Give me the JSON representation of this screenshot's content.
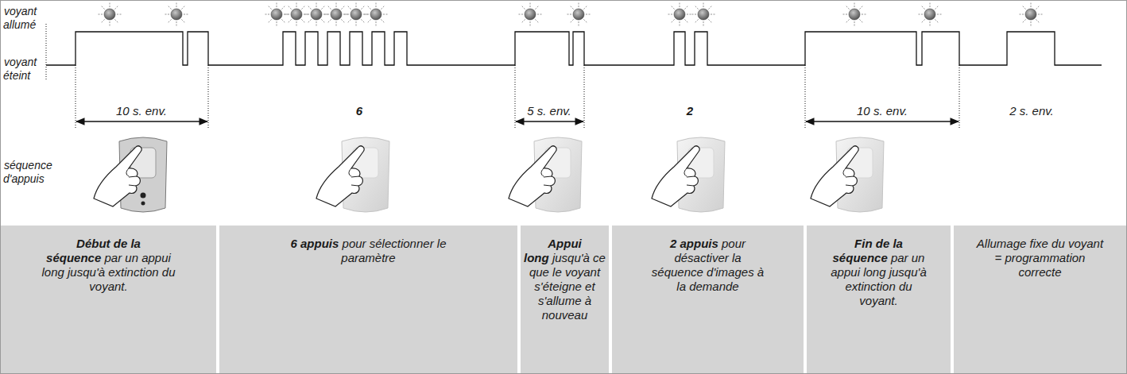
{
  "diagram": {
    "nodes": [
      {
        "text": [
          "Début de la séquence",
          "par un appui long jusqu'à extinction du voyant."
        ]
      },
      {
        "text": [
          "6 appuis",
          "pour sélectionner le paramètre"
        ]
      },
      {
        "text": [
          "Appui long",
          "jusqu'à ce que le voyant s'éteigne et s'allume à nouveau"
        ]
      },
      {
        "text": [
          "2 appuis",
          "pour désactiver la séquence d'images à la demande"
        ]
      },
      {
        "text": [
          "Fin de la séquence",
          "par un appui long jusqu'à extinction du voyant."
        ]
      },
      {
        "text": [
          "Allumage fixe du voyant = programmation correcte"
        ]
      }
    ],
    "labels": [
      "voyant allumé",
      "voyant éteint",
      "séquence d'appuis",
      "10 s. env.",
      "6",
      "5 s. env.",
      "2",
      "10 s. env.",
      "2 s. env."
    ]
  }
}
